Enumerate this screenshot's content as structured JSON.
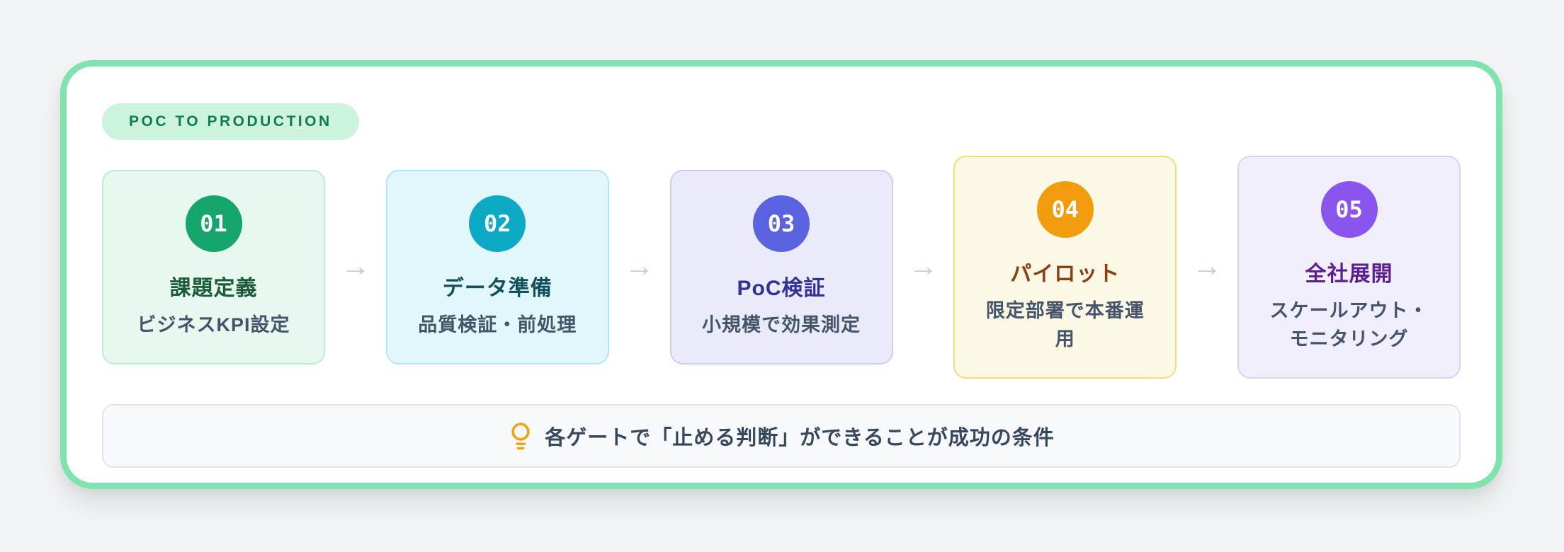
{
  "page": {
    "background": "#f3f4f6"
  },
  "panel": {
    "border_color": "#7ee3ad",
    "background": "#ffffff"
  },
  "badge": {
    "label": "POC TO PRODUCTION",
    "background": "#ccf3de",
    "text_color": "#127a52"
  },
  "steps": [
    {
      "number": "01",
      "title": "課題定義",
      "subtitle": "ビジネスKPI設定",
      "circle_color": "#14a56d",
      "title_color": "#1b5a3a",
      "card_bg": "#e7f8ee",
      "card_border": "#b9ecd2"
    },
    {
      "number": "02",
      "title": "データ準備",
      "subtitle": "品質検証・前処理",
      "circle_color": "#0ba9c4",
      "title_color": "#12505c",
      "card_bg": "#e2f7fa",
      "card_border": "#aee8f0"
    },
    {
      "number": "03",
      "title": "PoC検証",
      "subtitle": "小規模で効果測定",
      "circle_color": "#5b62e0",
      "title_color": "#33309e",
      "card_bg": "#e9ebfa",
      "card_border": "#c9cef2"
    },
    {
      "number": "04",
      "title": "パイロット",
      "subtitle": "限定部署で本番運用",
      "circle_color": "#f29b0d",
      "title_color": "#8f3e12",
      "card_bg": "#fcf8e6",
      "card_border": "#f2dc7e"
    },
    {
      "number": "05",
      "title": "全社展開",
      "subtitle": "スケールアウト・モニタリング",
      "circle_color": "#8a55ee",
      "title_color": "#5b1f8f",
      "card_bg": "#f1eefb",
      "card_border": "#d9d3f2"
    }
  ],
  "arrow": {
    "glyph": "→",
    "color": "#c5cdd9"
  },
  "note": {
    "text": "各ゲートで「止める判断」ができることが成功の条件",
    "icon": "lightbulb-icon",
    "icon_color": "#f0a30f",
    "text_color": "#37475c"
  }
}
